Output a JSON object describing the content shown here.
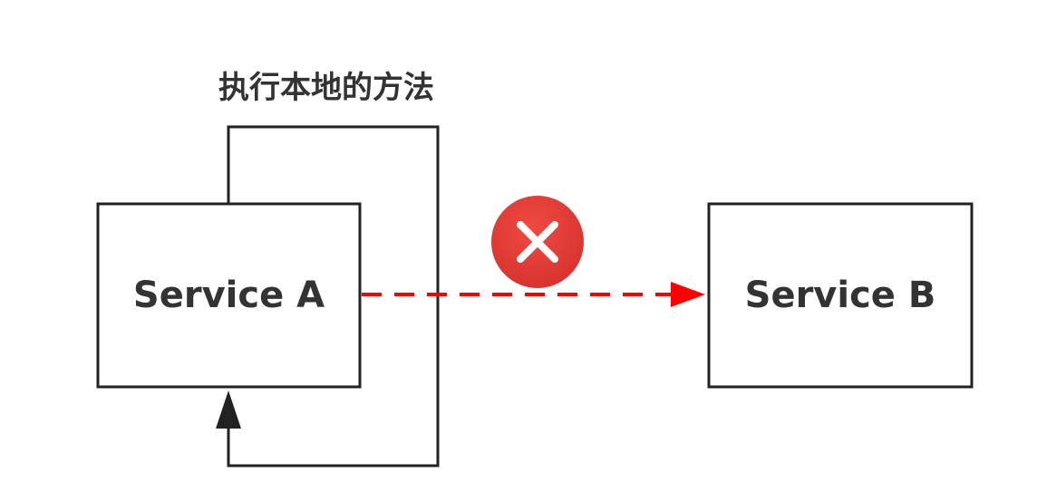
{
  "diagram": {
    "loop_label": "执行本地的方法",
    "nodes": [
      {
        "id": "service-a",
        "label": "Service A"
      },
      {
        "id": "service-b",
        "label": "Service B"
      }
    ],
    "edges": [
      {
        "from": "service-a",
        "to": "service-a",
        "style": "solid",
        "label": "执行本地的方法"
      },
      {
        "from": "service-a",
        "to": "service-b",
        "style": "dashed",
        "status": "blocked"
      }
    ],
    "colors": {
      "box_stroke": "#222222",
      "text": "#333333",
      "blocked_arrow": "#ff0000",
      "error_badge": "#d9332f",
      "error_badge_mark": "#ffffff"
    },
    "icons": {
      "blocked": "close-icon"
    }
  }
}
